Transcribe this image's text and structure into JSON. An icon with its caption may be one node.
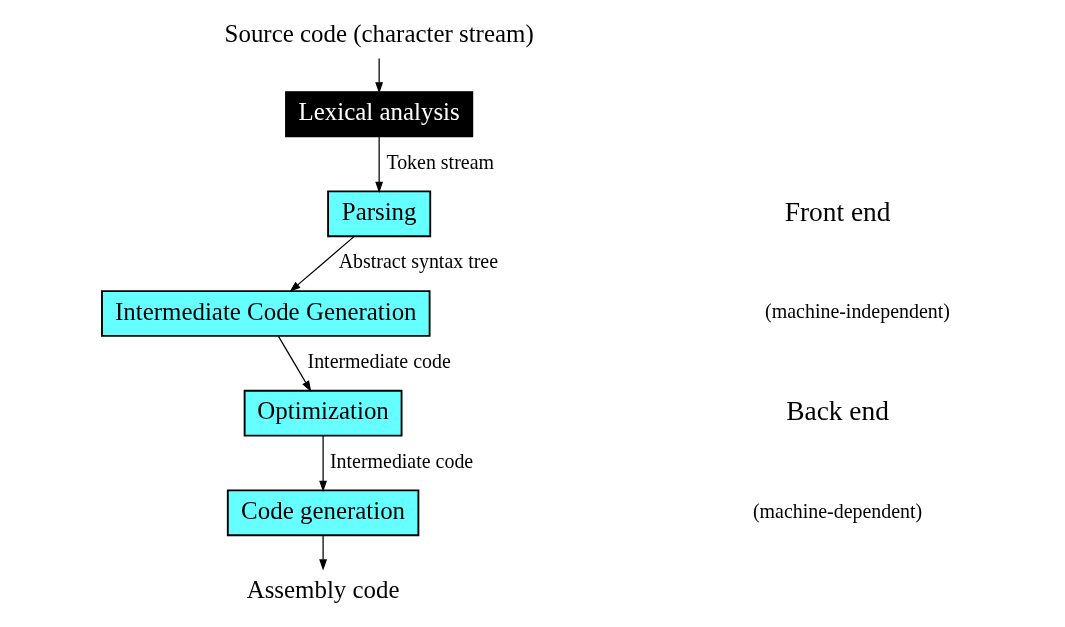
{
  "diagram": {
    "nodes": [
      {
        "text": [
          "Source code (character stream)"
        ]
      },
      {
        "text": [
          "Lexical analysis"
        ]
      },
      {
        "text": [
          "Parsing"
        ]
      },
      {
        "text": [
          "Intermediate Code Generation"
        ]
      },
      {
        "text": [
          "Optimization"
        ]
      },
      {
        "text": [
          "Code generation"
        ]
      },
      {
        "text": [
          "Assembly code"
        ]
      }
    ],
    "edges": [
      {
        "from": 0,
        "to": 1,
        "arrow": "to"
      },
      {
        "from": 1,
        "to": 2,
        "arrow": "to",
        "label": "Token stream"
      },
      {
        "from": 2,
        "to": 3,
        "arrow": "to",
        "label": "Abstract syntax tree"
      },
      {
        "from": 3,
        "to": 4,
        "arrow": "to",
        "label": "Intermediate code"
      },
      {
        "from": 4,
        "to": 5,
        "arrow": "to",
        "label": "Intermediate code"
      },
      {
        "from": 5,
        "to": 6,
        "arrow": "to"
      }
    ],
    "labels": [
      "Front end",
      "(machine-independent)",
      "Back end",
      "(machine-dependent)"
    ]
  }
}
